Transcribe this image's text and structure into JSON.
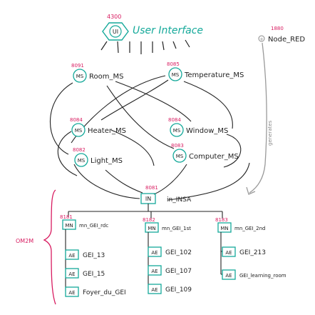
{
  "colors": {
    "node": "#15a99a",
    "port": "#d81b60",
    "ink": "#222222",
    "grey": "#8a8a8a"
  },
  "ui": {
    "badge": "UI",
    "label": "User Interface",
    "port": "4300"
  },
  "node_red": {
    "label": "Node_RED",
    "port": "1880"
  },
  "generates": "generates",
  "oneM2M": "OM2M",
  "microservices": [
    {
      "id": "room",
      "badge": "MS",
      "label": "Room_MS",
      "port": "8091"
    },
    {
      "id": "temp",
      "badge": "MS",
      "label": "Temperature_MS",
      "port": "8085"
    },
    {
      "id": "heater",
      "badge": "MS",
      "label": "Heater_MS",
      "port": "8084"
    },
    {
      "id": "window",
      "badge": "MS",
      "label": "Window_MS",
      "port": "8084"
    },
    {
      "id": "light",
      "badge": "MS",
      "label": "Light_MS",
      "port": "8082"
    },
    {
      "id": "computer",
      "badge": "MS",
      "label": "Computer_MS",
      "port": "8083"
    }
  ],
  "in_node": {
    "badge": "IN",
    "label": "in_INSA",
    "port": "8081"
  },
  "mn_nodes": [
    {
      "badge": "MN",
      "label": "mn_GEI_rdc",
      "port": "8181",
      "aes": [
        {
          "badge": "AE",
          "label": "GEI_13"
        },
        {
          "badge": "AE",
          "label": "GEI_15"
        },
        {
          "badge": "AE",
          "label": "Foyer_du_GEI"
        }
      ]
    },
    {
      "badge": "MN",
      "label": "mn_GEI_1st",
      "port": "8182",
      "aes": [
        {
          "badge": "AE",
          "label": "GEI_102"
        },
        {
          "badge": "AE",
          "label": "GEI_107"
        },
        {
          "badge": "AE",
          "label": "GEI_109"
        }
      ]
    },
    {
      "badge": "MN",
      "label": "mn_GEI_2nd",
      "port": "8183",
      "aes": [
        {
          "badge": "AE",
          "label": "GEI_213"
        },
        {
          "badge": "AE",
          "label": "GEI_learning_room"
        }
      ]
    }
  ]
}
